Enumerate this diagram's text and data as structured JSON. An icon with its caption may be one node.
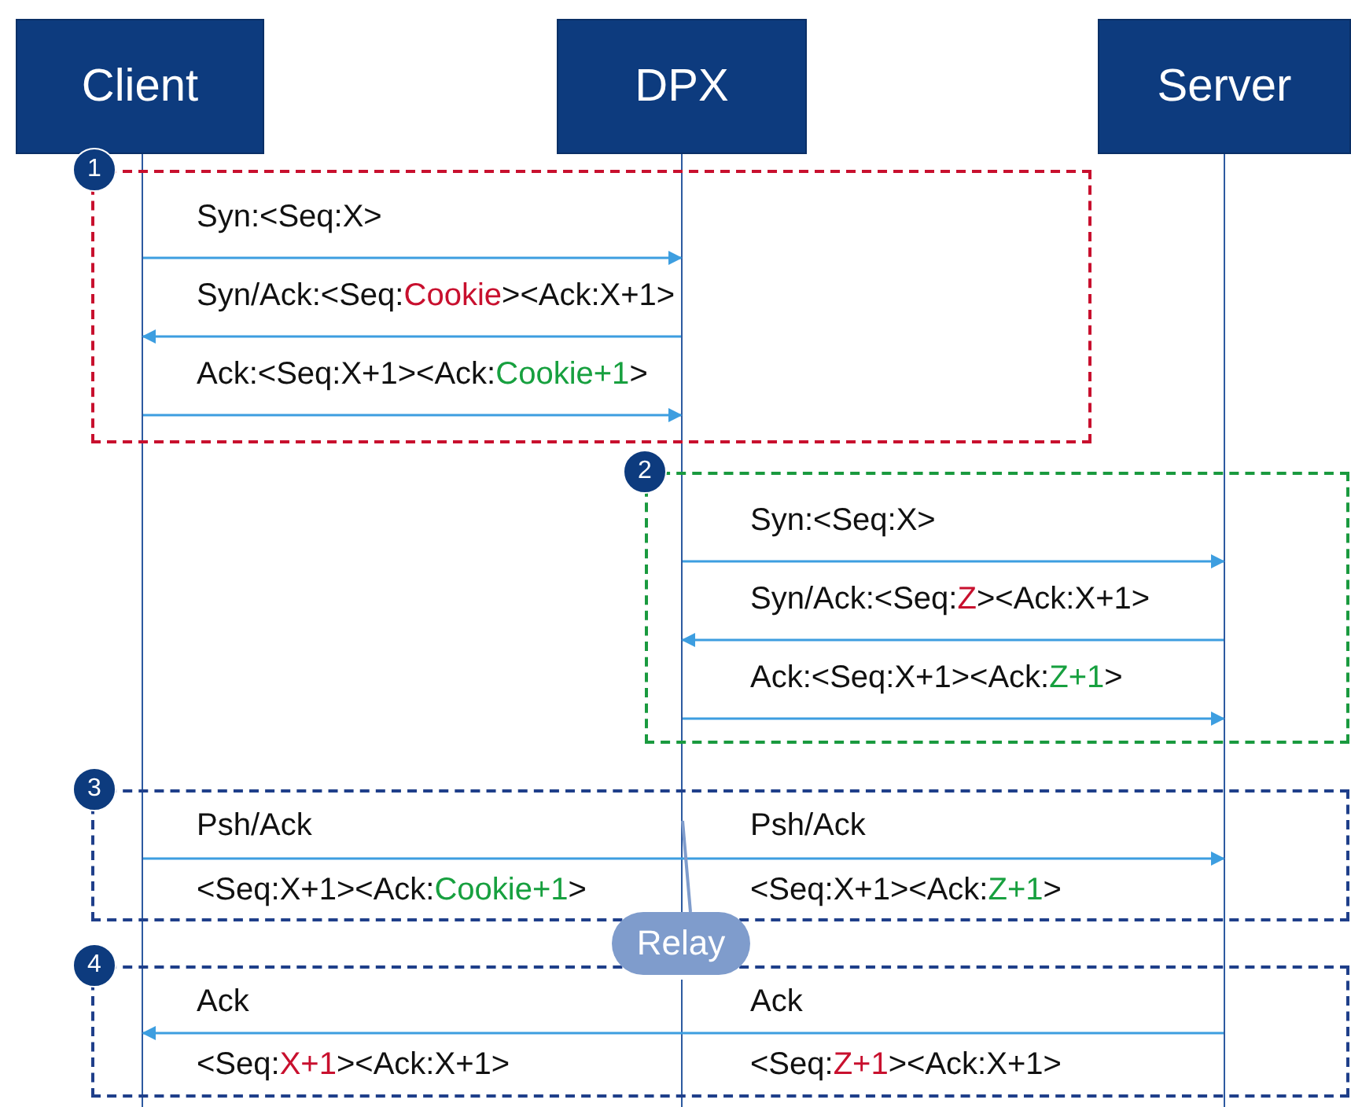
{
  "diagram": {
    "nodes": [
      {
        "text": [
          "Client"
        ]
      },
      {
        "text": [
          "DPX"
        ]
      },
      {
        "text": [
          "Server"
        ]
      },
      {
        "text": [],
        "shape": "line"
      },
      {
        "text": [],
        "shape": "line"
      },
      {
        "text": [],
        "shape": "line"
      },
      {
        "text": [
          "1"
        ]
      },
      {
        "text": [
          "2"
        ]
      },
      {
        "text": [
          "3"
        ]
      },
      {
        "text": [
          "4"
        ]
      },
      {
        "text": [
          "Relay"
        ]
      }
    ],
    "edges": [
      {
        "from": 3,
        "to": 4,
        "arrow": "to",
        "label": "Syn:<Seq:X>"
      },
      {
        "from": 4,
        "to": 3,
        "arrow": "to",
        "label": "Syn/Ack:<Seq:**Cookie**><Ack:X+1>"
      },
      {
        "from": 3,
        "to": 4,
        "arrow": "to",
        "label": "Ack:<Seq:X+1><Ack:*Cookie+1*>"
      },
      {
        "from": 4,
        "to": 5,
        "arrow": "to",
        "label": "Syn:<Seq:X>"
      },
      {
        "from": 5,
        "to": 4,
        "arrow": "to",
        "label": "Syn/Ack:<Seq:**Z**><Ack:X+1>"
      },
      {
        "from": 4,
        "to": 5,
        "arrow": "to",
        "label": "Ack:<Seq:X+1><Ack:*Z+1*>"
      },
      {
        "from": 3,
        "to": 5,
        "arrow": "to"
      },
      {
        "from": 5,
        "to": 3,
        "arrow": "to"
      },
      {
        "from": 10,
        "to": 4,
        "arrow": "none",
        "color": "#7f9ccc"
      }
    ],
    "labels": [
      "Psh/Ack",
      "Psh/Ack",
      "<Seq:X+1><Ack:*Cookie+1*>",
      "<Seq:X+1><Ack:*Z+1*>",
      "Ack",
      "Ack",
      "<Seq:**X+1**><Ack:X+1>",
      "<Seq:**Z+1**><Ack:X+1>"
    ]
  }
}
